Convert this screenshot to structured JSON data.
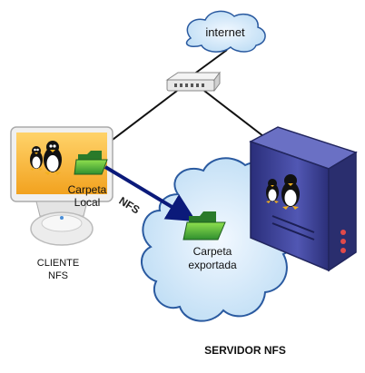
{
  "nodes": {
    "internet": "internet",
    "local_folder": [
      "Carpeta",
      "Local"
    ],
    "link": "NFS",
    "exported_folder": [
      "Carpeta",
      "exportada"
    ],
    "client": [
      "CLIENTE",
      "NFS"
    ],
    "server": "SERVIDOR NFS"
  },
  "icons": {
    "cloud_top": "cloud-icon",
    "router": "router-icon",
    "client_computer": "imac-icon",
    "server": "server-icon",
    "folders": "folder-icon",
    "mascots": "tux-penguin-icon"
  },
  "colors": {
    "cloud_fill": "#d8ecfa",
    "cloud_stroke": "#2a5aa0",
    "arrow": "#0b1a7a",
    "server_body": "#3b3f8f",
    "folder": "#2f9a2f",
    "screen_bg": "#f4b633"
  }
}
